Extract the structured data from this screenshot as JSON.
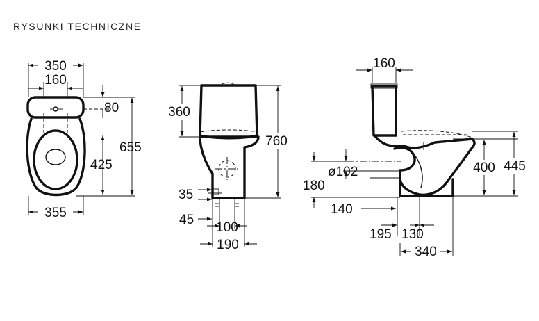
{
  "title": "RYSUNKI TECHNICZNE",
  "top_view": {
    "d350": "350",
    "d160": "160",
    "d80": "80",
    "d655": "655",
    "d425": "425",
    "d355": "355"
  },
  "front_view": {
    "d360": "360",
    "d760": "760",
    "d35": "35",
    "d45": "45",
    "d100": "100",
    "d190": "190"
  },
  "side_view": {
    "d160": "160",
    "d102": "ø102",
    "d180": "180",
    "d400": "400",
    "d445": "445",
    "d140": "140",
    "d195": "195",
    "d130": "130",
    "d340": "340"
  },
  "colors": {
    "ink": "#111111",
    "background": "#ffffff"
  }
}
